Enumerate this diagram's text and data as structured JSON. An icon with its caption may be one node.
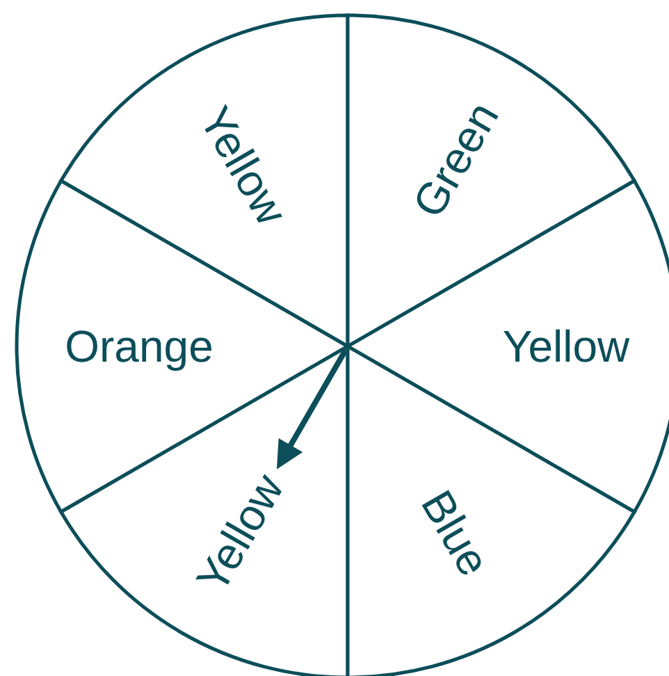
{
  "diagram": {
    "nodes": [
      {
        "text": [
          "Yellow"
        ]
      },
      {
        "text": [
          "Green"
        ]
      },
      {
        "text": [
          "Orange"
        ]
      },
      {
        "text": [
          "Yellow"
        ]
      },
      {
        "text": [
          "Yellow"
        ]
      },
      {
        "text": [
          "Blue"
        ]
      }
    ],
    "edges": [
      {
        "from": null,
        "to": 4,
        "arrow": "to"
      }
    ]
  }
}
